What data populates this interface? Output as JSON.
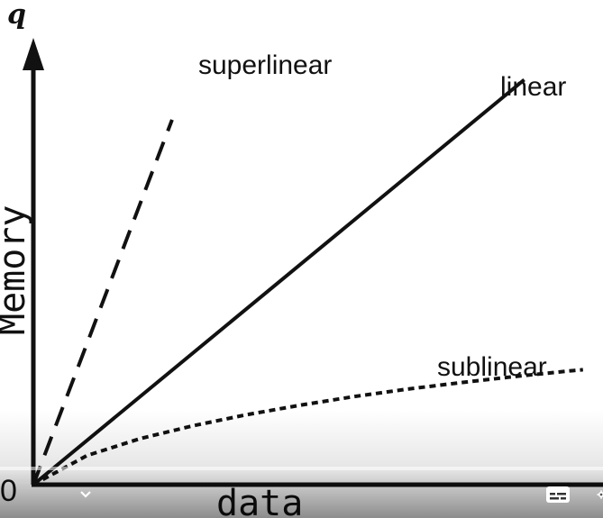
{
  "chart_data": {
    "type": "line",
    "title": "",
    "xlabel": "data",
    "ylabel": "Memory",
    "y_axis_symbol": "q",
    "origin_label": "0",
    "xlim": [
      0,
      10
    ],
    "ylim": [
      0,
      8
    ],
    "grid": false,
    "legend": "none",
    "series": [
      {
        "name": "superlinear",
        "style": "dashed",
        "x": [
          0,
          2.6
        ],
        "y": [
          0,
          7.3
        ]
      },
      {
        "name": "linear",
        "style": "solid",
        "x": [
          0,
          9.2
        ],
        "y": [
          0,
          8.1
        ]
      },
      {
        "name": "sublinear",
        "style": "dotted",
        "x": [
          0,
          1,
          2,
          3,
          4,
          5,
          6,
          7,
          8,
          9,
          10,
          10.3
        ],
        "y": [
          0,
          0.58,
          0.92,
          1.18,
          1.4,
          1.59,
          1.76,
          1.91,
          2.04,
          2.16,
          2.27,
          2.3
        ]
      }
    ]
  },
  "colors": {
    "ink": "#111111",
    "background": "#ffffff"
  },
  "player": {
    "icons": [
      "chevron-down-icon",
      "captions-icon",
      "gear-icon"
    ]
  }
}
